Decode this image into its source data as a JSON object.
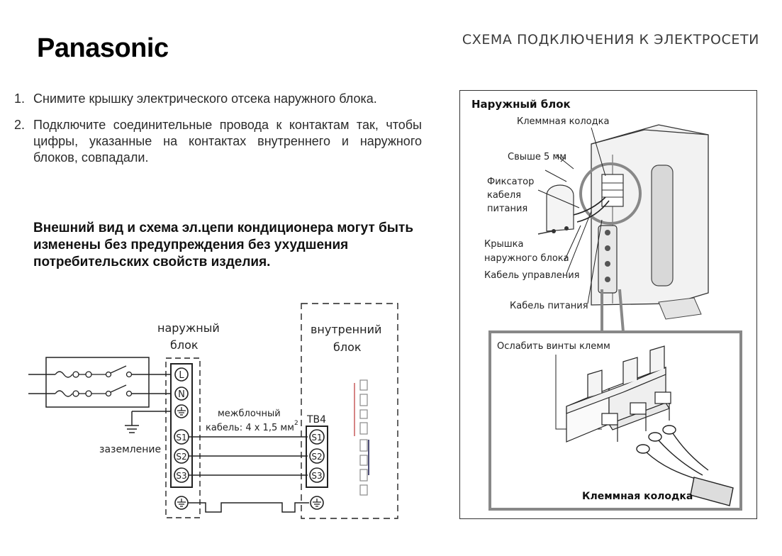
{
  "header": {
    "brand": "Panasonic",
    "title": "СХЕМА ПОДКЛЮЧЕНИЯ К ЭЛЕКТРОСЕТИ"
  },
  "instructions": [
    {
      "number": "1.",
      "text": "Снимите крышку электрического отсека наружного блока."
    },
    {
      "number": "2.",
      "text": "Подключите соединительные провода к контактам так, чтобы цифры, указанные на контактах внутреннего и наружного блоков, совпадали."
    }
  ],
  "warning": "Внешний вид и схема эл.цепи кондиционера могут быть изменены без предупреждения без ухудшения потребительских свойств изделия.",
  "wiring_diagram": {
    "outdoor_title_1": "наружный",
    "outdoor_title_2": "блок",
    "indoor_title_1": "внутренний",
    "indoor_title_2": "блок",
    "ground_label": "заземление",
    "cable_label_1": "межблочный",
    "cable_label_2": "кабель: 4 х 1,5 мм",
    "cable_superscript": "2",
    "terminal_block": "TB4",
    "outdoor_terminals": [
      "L",
      "N",
      "S1",
      "S2",
      "S3"
    ],
    "indoor_terminals": [
      "S1",
      "S2",
      "S3"
    ]
  },
  "outdoor_unit_panel": {
    "title": "Наружный блок",
    "terminal_block_label": "Клеммная колодка",
    "above_5mm": "Свыше 5 мм",
    "cable_clamp_1": "Фиксатор",
    "cable_clamp_2": "кабеля",
    "cable_clamp_3": "питания",
    "cover_1": "Крышка",
    "cover_2": "наружного блока",
    "control_cable": "Кабель управления",
    "power_cable": "Кабель питания",
    "loosen_screws": "Ослабить винты клемм",
    "terminal_block_bottom": "Клеммная колодка"
  }
}
